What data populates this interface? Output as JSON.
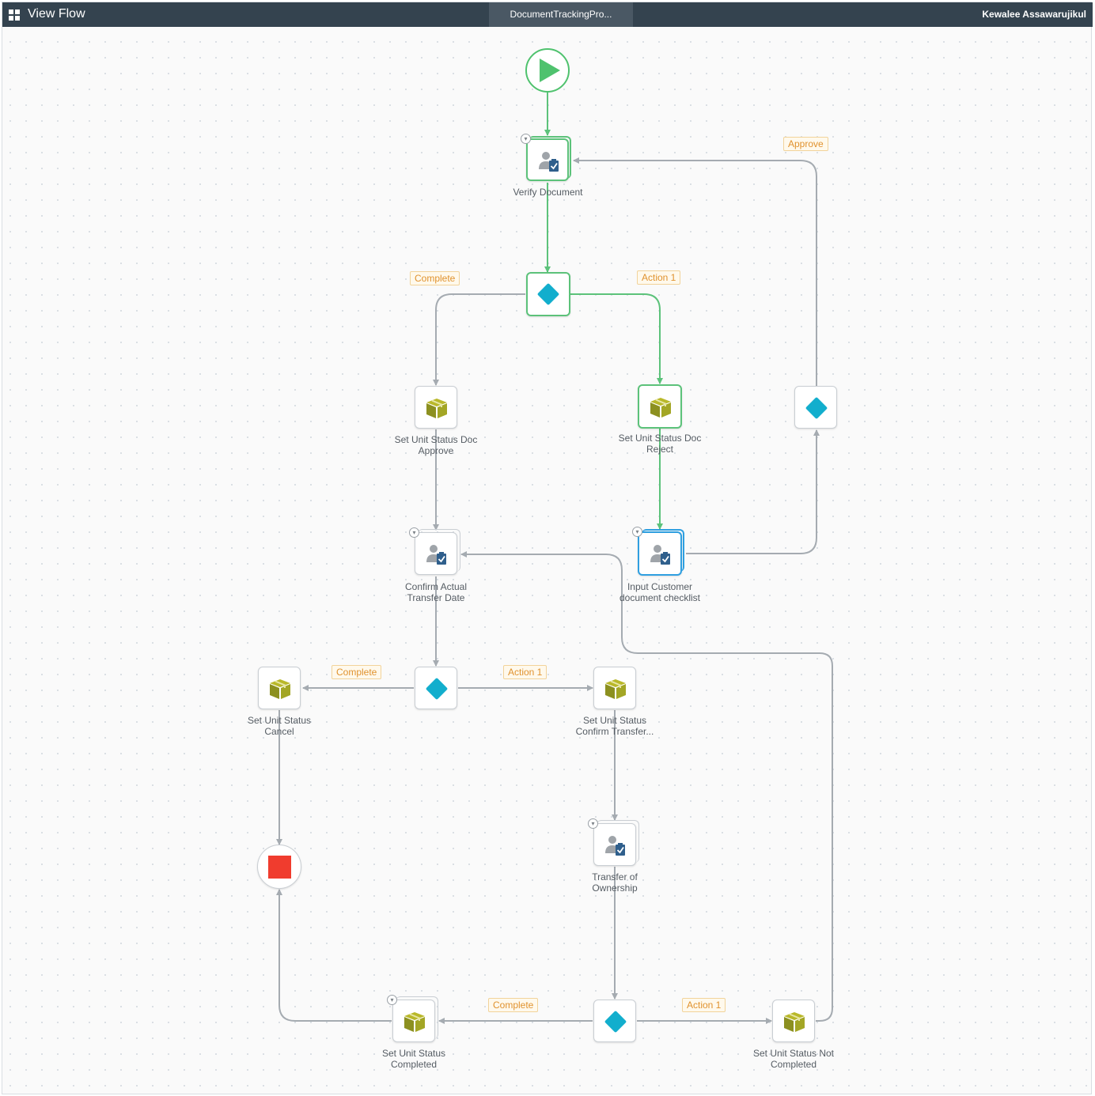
{
  "header": {
    "app_title": "View Flow",
    "doc_tab": "DocumentTrackingPro...",
    "user_name": "Kewalee Assawarujikul"
  },
  "colors": {
    "topbar": "#34434f",
    "active_path": "#5cc27a",
    "inactive_path": "#a5abb1",
    "decision": "#12aecd",
    "end": "#f03c2e",
    "current_step": "#2f9fe0",
    "condition_label": "#e0922e"
  },
  "nodes": {
    "start": {
      "icon": "play-icon"
    },
    "verify_document": {
      "label1": "Verify Document",
      "label2": "",
      "icon": "user-task-icon"
    },
    "decision_1": {
      "icon": "decision-diamond-icon"
    },
    "set_status_doc_approve": {
      "label1": "Set Unit Status Doc",
      "label2": "Approve",
      "icon": "package-icon"
    },
    "set_status_doc_reject": {
      "label1": "Set Unit Status Doc",
      "label2": "Reject",
      "icon": "package-icon"
    },
    "decision_approve": {
      "icon": "decision-diamond-icon"
    },
    "confirm_actual_transfer_date": {
      "label1": "Confirm Actual",
      "label2": "Transfer Date",
      "icon": "user-task-icon"
    },
    "input_customer_checklist": {
      "label1": "Input Customer",
      "label2": "document checklist",
      "icon": "user-task-icon"
    },
    "set_status_cancel": {
      "label1": "Set Unit Status",
      "label2": "Cancel",
      "icon": "package-icon"
    },
    "decision_2": {
      "icon": "decision-diamond-icon"
    },
    "set_status_confirm_transfer": {
      "label1": "Set Unit Status",
      "label2": "Confirm Transfer...",
      "icon": "package-icon"
    },
    "end": {
      "icon": "stop-icon"
    },
    "transfer_of_ownership": {
      "label1": "Transfer of",
      "label2": "Ownership",
      "icon": "user-task-icon"
    },
    "set_status_completed": {
      "label1": "Set Unit Status",
      "label2": "Completed",
      "icon": "package-icon"
    },
    "decision_3": {
      "icon": "decision-diamond-icon"
    },
    "set_status_not_completed": {
      "label1": "Set Unit Status Not",
      "label2": "Completed",
      "icon": "package-icon"
    }
  },
  "conditions": {
    "approve": "Approve",
    "complete_1": "Complete",
    "action1_1": "Action 1",
    "complete_2": "Complete",
    "action1_2": "Action 1",
    "complete_3": "Complete",
    "action1_3": "Action 1"
  }
}
